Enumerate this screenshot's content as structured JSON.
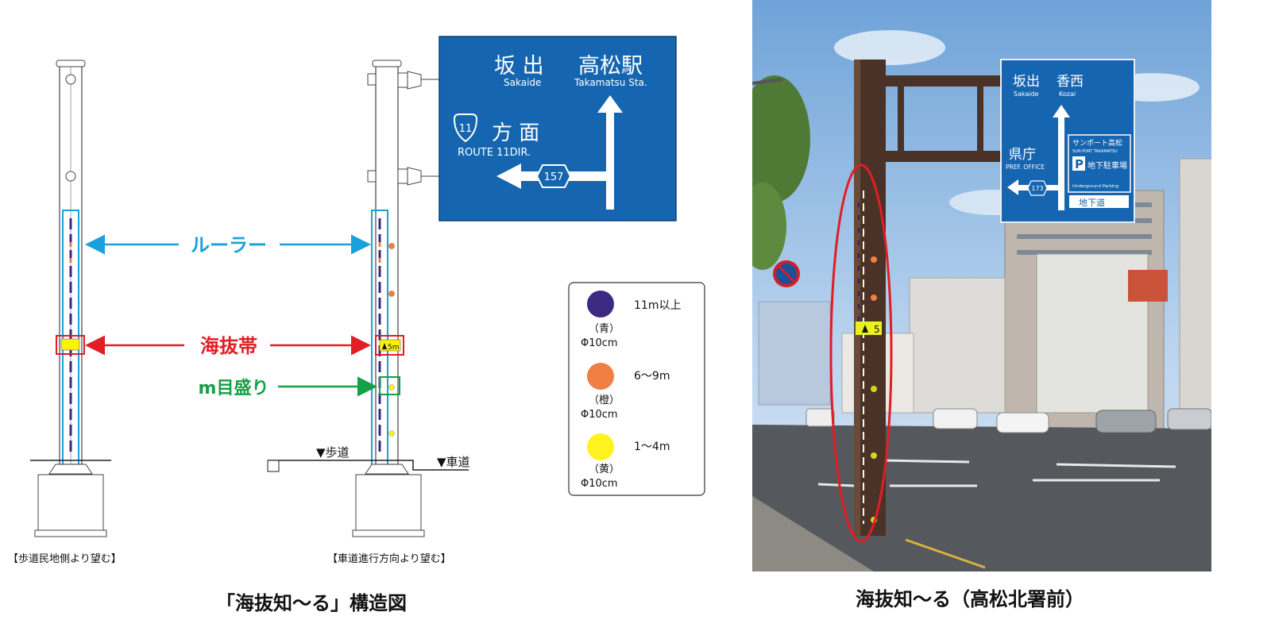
{
  "structure_diagram": {
    "caption": "「海抜知～る」構造図",
    "view_left_caption": "【歩道民地側より望む】",
    "view_right_caption": "【車道進行方向より望む】",
    "ruler_label": "ルーラー",
    "band_label": "海抜帯",
    "scale_label": "m目盛り",
    "sidewalk_label": "▼歩道",
    "roadway_label": "▼車道",
    "band_value": "5m",
    "sign": {
      "dest1_jp": "坂 出",
      "dest1_en": "Sakaide",
      "dest2_jp": "高松駅",
      "dest2_en": "Takamatsu Sta.",
      "route_number": "11",
      "direction_jp": "方 面",
      "route_en": "ROUTE  11DIR.",
      "road_number": "157"
    },
    "legend": [
      {
        "range": "11m以上",
        "color_name": "（青）",
        "size": "Φ10cm",
        "color": "#3a2a80"
      },
      {
        "range": "6～9m",
        "color_name": "（橙）",
        "size": "Φ10cm",
        "color": "#ef7f45"
      },
      {
        "range": "1～4m",
        "color_name": "（黄）",
        "size": "Φ10cm",
        "color": "#fff21f"
      }
    ]
  },
  "photo": {
    "caption": "海抜知～る（高松北署前）",
    "sign": {
      "dest1_jp": "坂出",
      "dest2_jp": "香西",
      "dest1_en": "Sakaide",
      "dest2_en": "Kozai",
      "left_jp": "県庁",
      "left_en": "PREF. OFFICE",
      "parking_title": "サンポート高松",
      "parking_title_en": "SUN PORT TAKAMATSU",
      "parking_jp": "地下駐車場",
      "parking_en": "Underground Parking",
      "road_number": "173",
      "underpass": "地下道"
    },
    "pole_band": "5"
  },
  "colors": {
    "sign_blue": "#1565b0",
    "ruler_cyan": "#1aa0dc",
    "band_red": "#e11d25",
    "scale_green": "#14a046",
    "marker_blue": "#3a2a80",
    "marker_orange": "#ef7f45",
    "marker_yellow": "#fff21f"
  }
}
